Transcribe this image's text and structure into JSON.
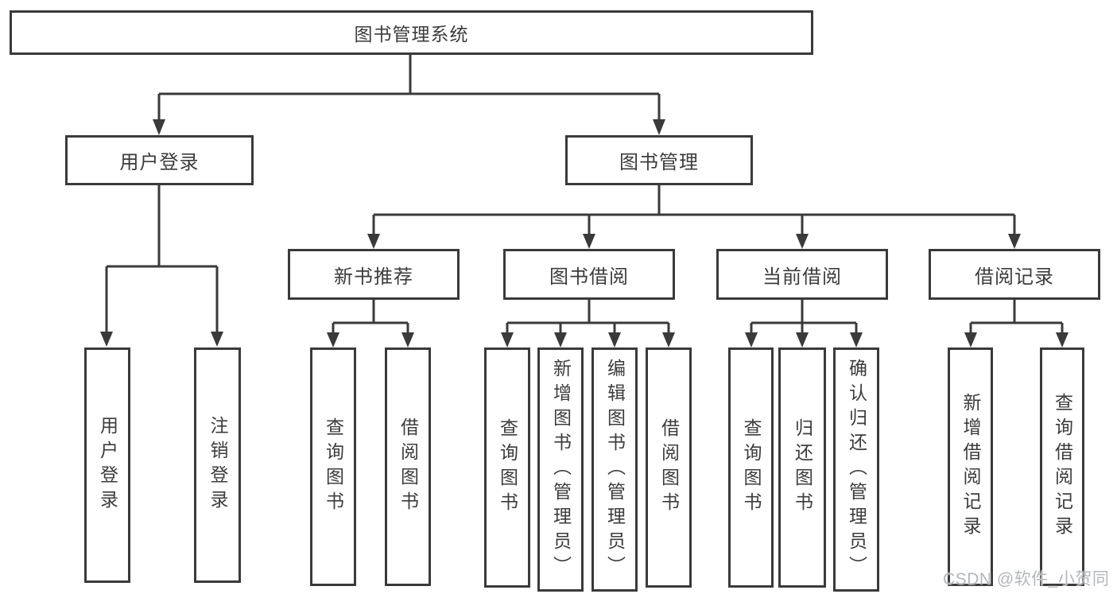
{
  "diagram": {
    "root": "图书管理系统",
    "branches": [
      {
        "label": "用户登录",
        "children": [
          "用户登录",
          "注销登录"
        ]
      },
      {
        "label": "图书管理",
        "groups": [
          {
            "label": "新书推荐",
            "children": [
              "查询图书",
              "借阅图书"
            ]
          },
          {
            "label": "图书借阅",
            "children": [
              "查询图书",
              "新增图书（管理员）",
              "编辑图书（管理员）",
              "借阅图书"
            ]
          },
          {
            "label": "当前借阅",
            "children": [
              "查询图书",
              "归还图书",
              "确认归还（管理员）"
            ]
          },
          {
            "label": "借阅记录",
            "children": [
              "新增借阅记录",
              "查询借阅记录"
            ]
          }
        ]
      }
    ]
  },
  "colors": {
    "line": "#3a3a3a",
    "text": "#3c3c3c",
    "box_background": "#ffffff",
    "watermark": "#b4b7bb"
  },
  "watermark": "CSDN @软件_小贺同学"
}
